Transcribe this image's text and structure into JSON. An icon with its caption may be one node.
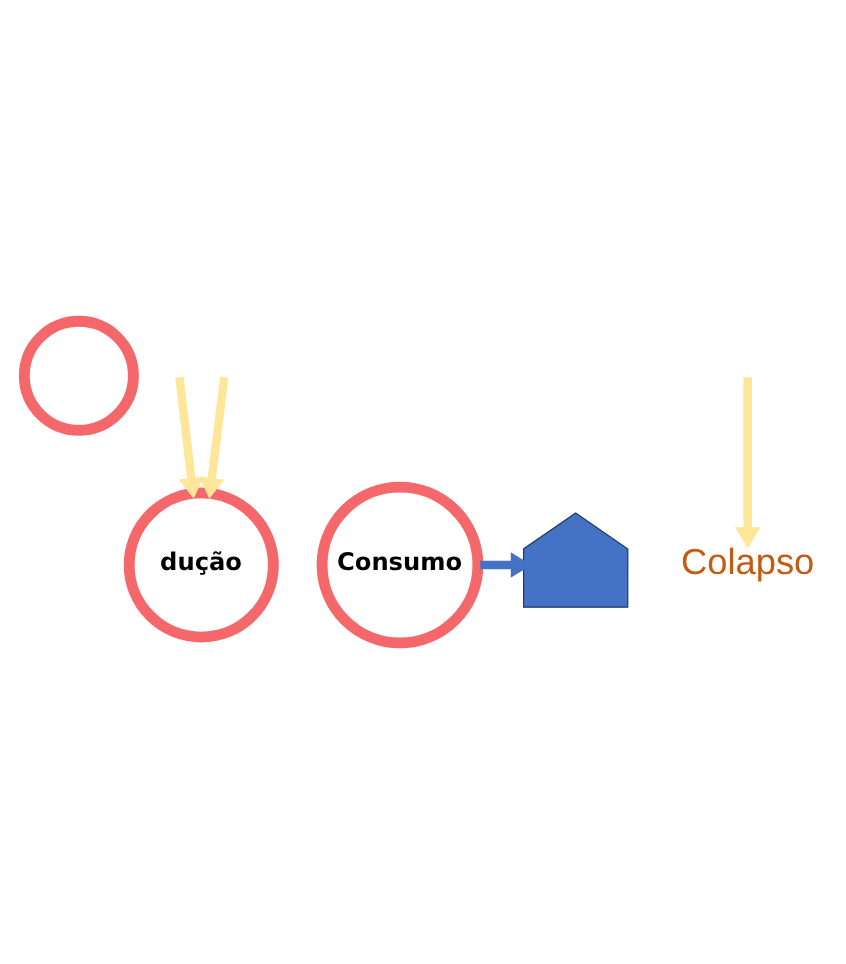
{
  "diagram": {
    "nodes": [
      {
        "text": [],
        "shape": "circle"
      },
      {
        "text": [
          "dução"
        ]
      },
      {
        "text": [
          "Consumo"
        ]
      },
      {
        "text": [],
        "shape": "pentagon"
      },
      {
        "text": [
          "Colapso"
        ]
      }
    ],
    "edges": [
      {
        "from": null,
        "to": 1,
        "arrow": "to",
        "color": "#ffe699"
      },
      {
        "from": null,
        "to": 1,
        "arrow": "to",
        "color": "#ffe699"
      },
      {
        "from": null,
        "to": 4,
        "arrow": "to",
        "color": "#ffe699"
      },
      {
        "from": 2,
        "to": 3,
        "arrow": "to",
        "color": "#4472c4"
      }
    ]
  }
}
